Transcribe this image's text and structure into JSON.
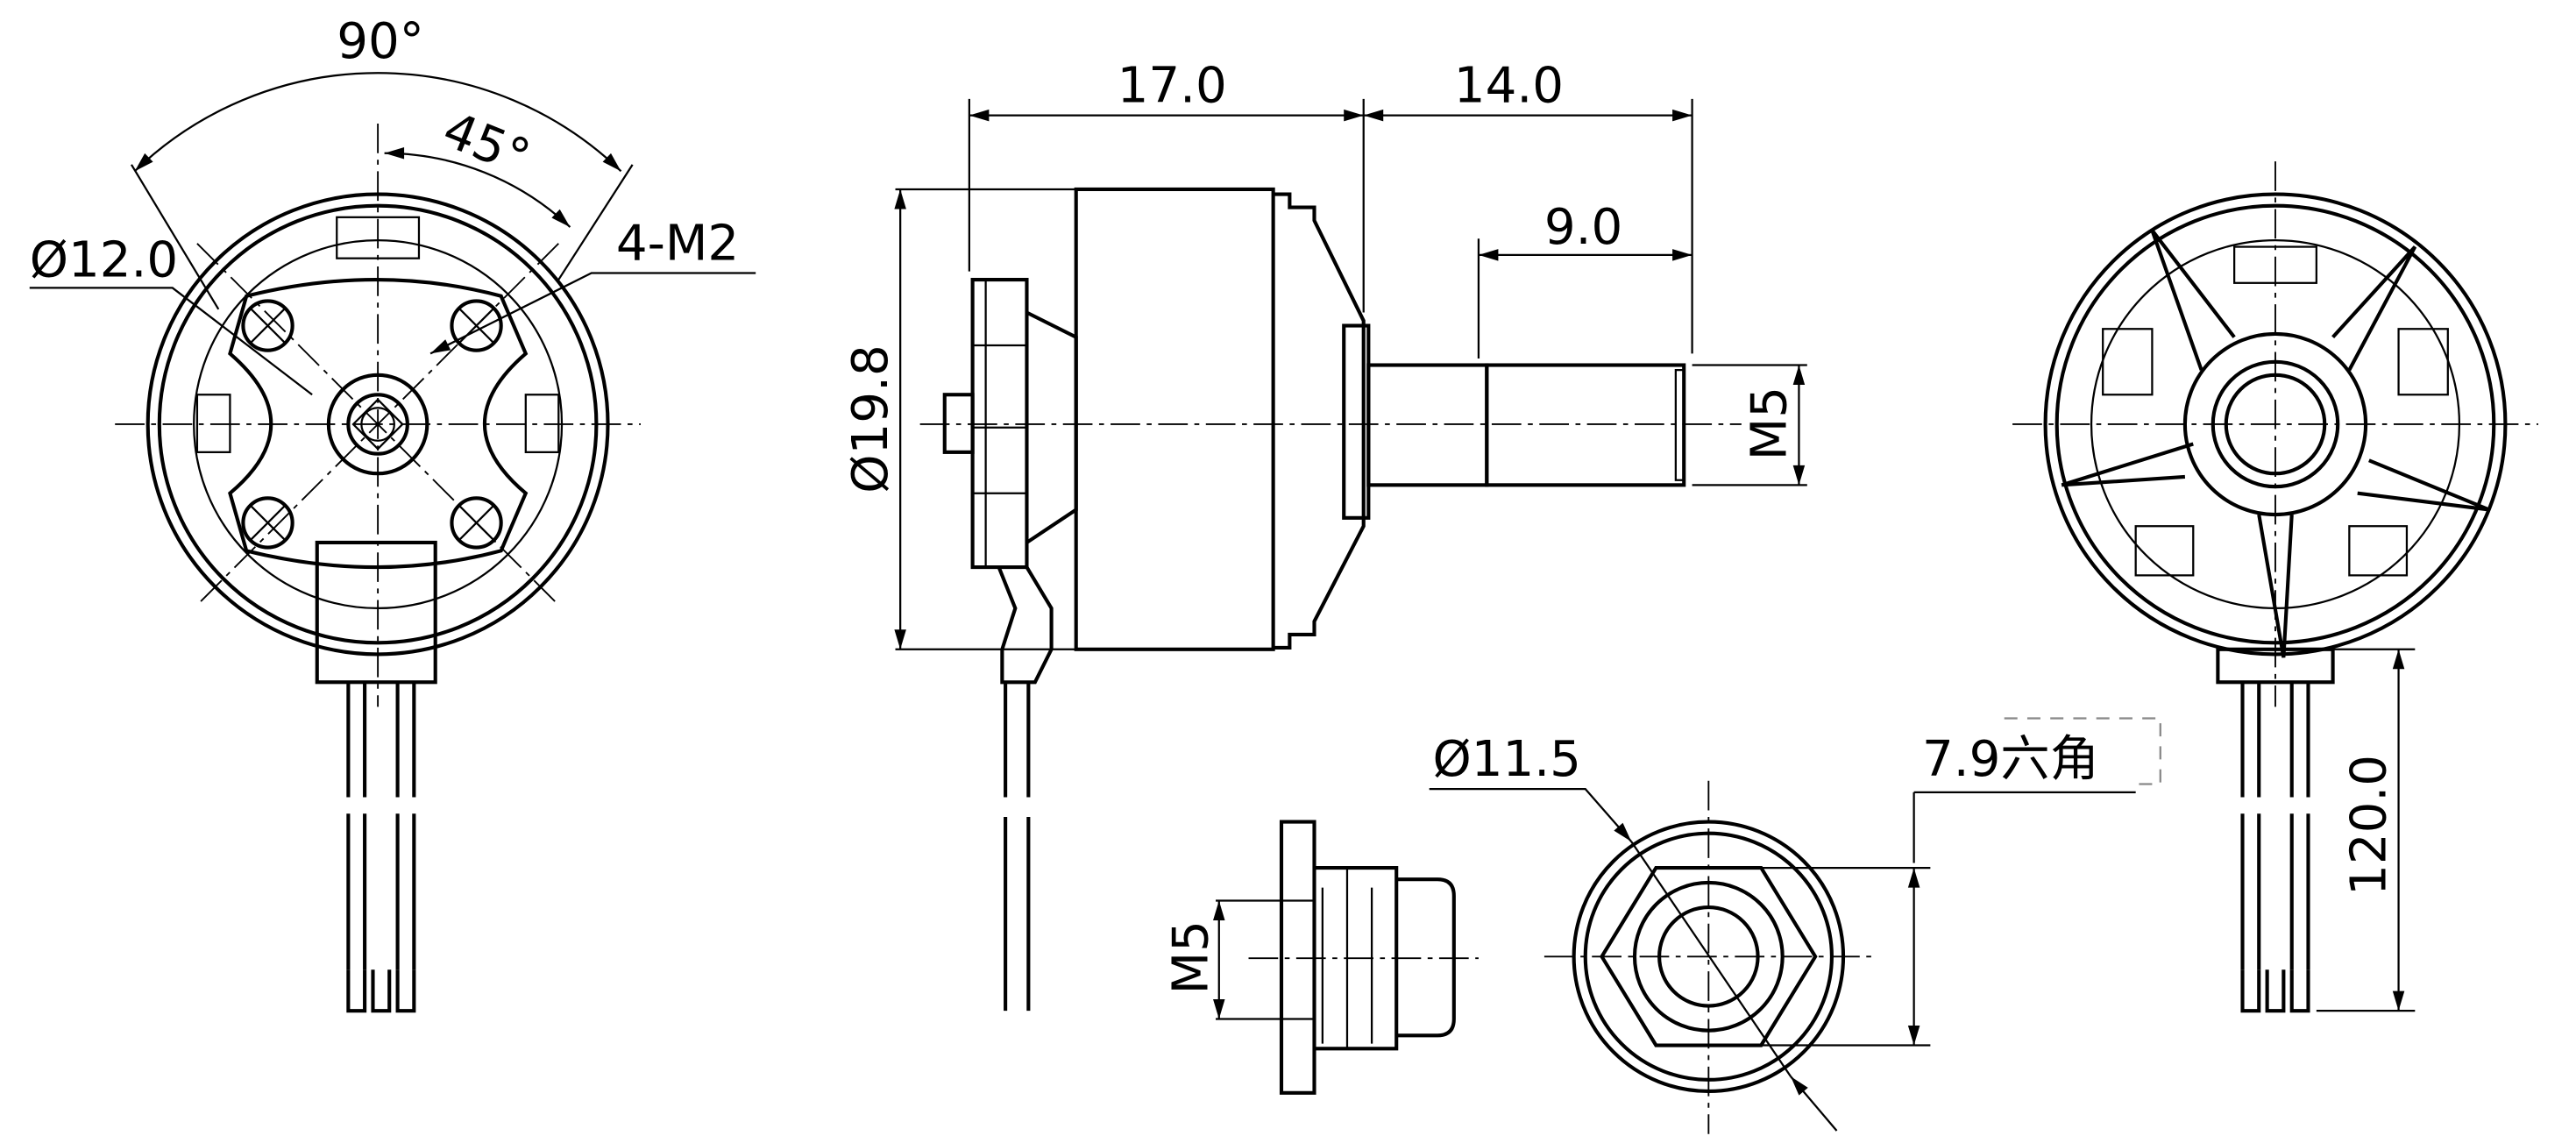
{
  "title": "Brushless motor dimension drawing",
  "dimensions": {
    "angle_90": "90°",
    "angle_45": "45°",
    "stator_diameter": "Ø12.0",
    "mount_holes": "4-M2",
    "length_body": "17.0",
    "length_shaft": "14.0",
    "length_thread": "9.0",
    "body_diameter": "Ø19.8",
    "shaft_thread": "M5",
    "nut_diameter": "Ø11.5",
    "nut_hex": "7.9六角",
    "nut_thread": "M5",
    "wire_length": "120.0"
  }
}
